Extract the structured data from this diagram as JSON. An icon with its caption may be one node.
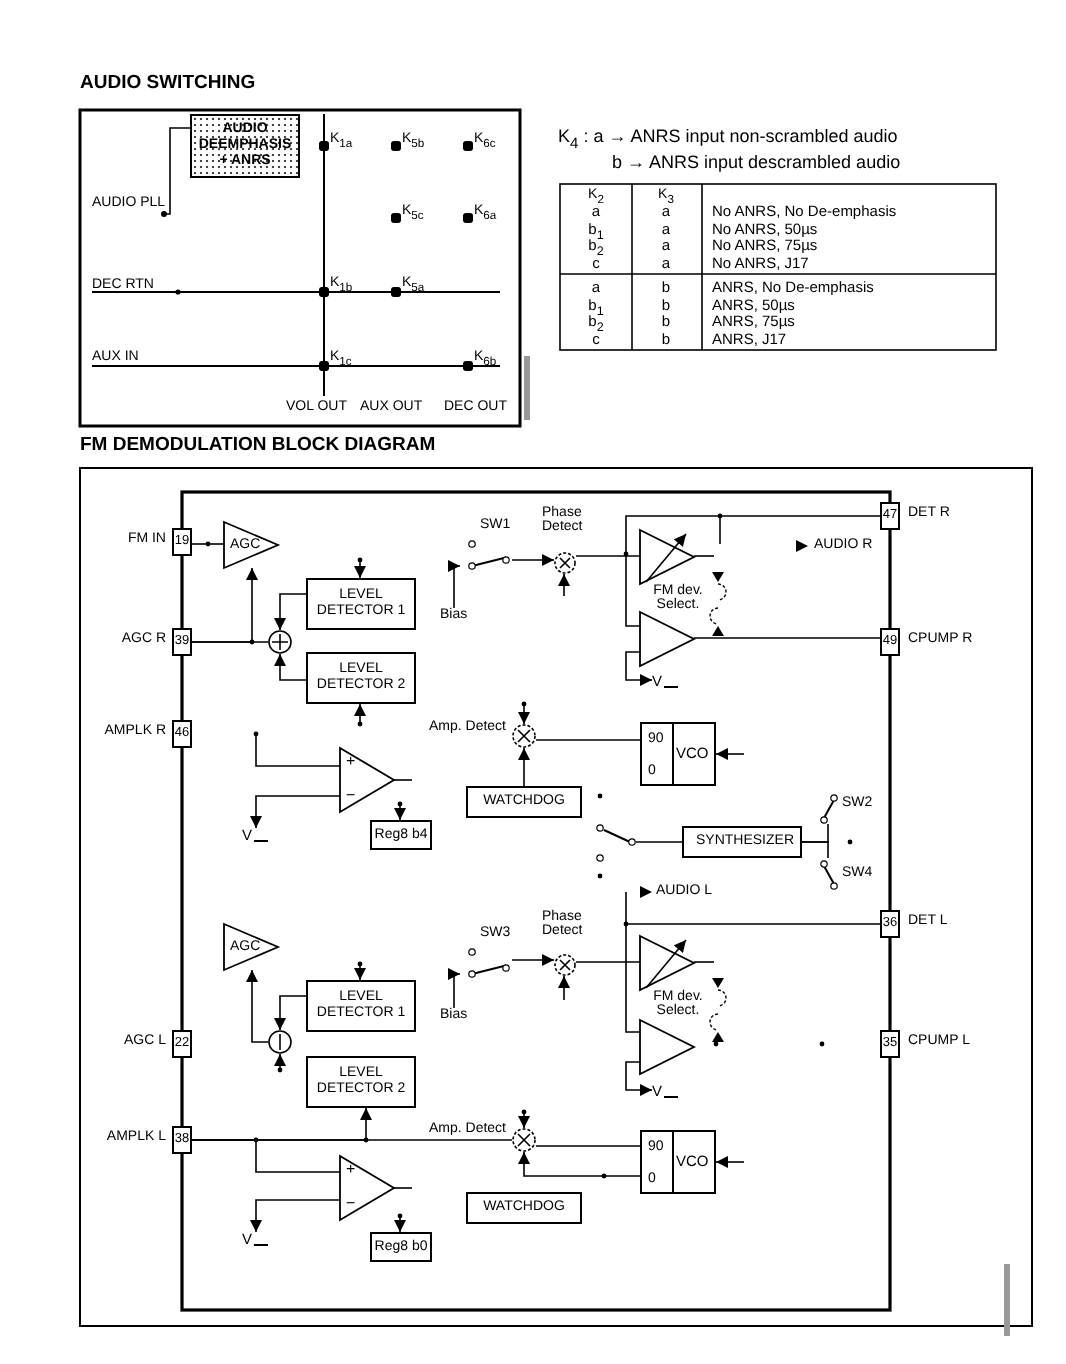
{
  "diagram": {
    "nodes": [
      {
        "text": [
          "AUDIO DEEMPHASIS + ANRS"
        ]
      },
      {
        "text": [
          "AUDIO PLL"
        ]
      },
      {
        "text": [
          "19"
        ],
        "beside": [
          "FM IN"
        ]
      },
      {
        "text": [
          "39"
        ],
        "beside": [
          "AGC R"
        ]
      },
      {
        "text": [
          "46"
        ],
        "beside": [
          "AMPLK R"
        ]
      },
      {
        "text": [
          "AGC"
        ]
      },
      {
        "text": [],
        "shape": "circle"
      },
      {
        "text": [
          "LEVEL DETECTOR 1"
        ]
      },
      {
        "text": [
          "LEVEL DETECTOR 2"
        ]
      },
      {
        "text": [
          "+",
          "−"
        ]
      },
      {
        "text": [
          "Reg8 b4"
        ]
      },
      {
        "text": [],
        "shape": "switch",
        "beside": [
          "SW1"
        ]
      },
      {
        "text": [],
        "shape": "circle",
        "beside": [
          "Phase Detect"
        ]
      },
      {
        "text": [],
        "shape": "triangle"
      },
      {
        "text": [],
        "shape": "triangle"
      },
      {
        "text": [
          "47"
        ],
        "beside": [
          "DET R"
        ]
      },
      {
        "text": [
          "49"
        ],
        "beside": [
          "CPUMP R"
        ]
      },
      {
        "text": [],
        "shape": "circle",
        "beside": [
          "Amp. Detect"
        ]
      },
      {
        "text": [
          "WATCHDOG"
        ]
      },
      {
        "text": [
          "90",
          "0",
          "VCO"
        ]
      },
      {
        "text": [],
        "shape": "switch"
      },
      {
        "text": [
          "SYNTHESIZER"
        ]
      },
      {
        "text": [],
        "shape": "switch",
        "beside": [
          "SW2"
        ]
      },
      {
        "text": [],
        "shape": "switch",
        "beside": [
          "SW4"
        ]
      },
      {
        "text": [
          "22"
        ],
        "beside": [
          "AGC L"
        ]
      },
      {
        "text": [
          "38"
        ],
        "beside": [
          "AMPLK L"
        ]
      },
      {
        "text": [
          "AGC"
        ]
      },
      {
        "text": [],
        "shape": "circle"
      },
      {
        "text": [
          "LEVEL DETECTOR 1"
        ]
      },
      {
        "text": [
          "LEVEL DETECTOR 2"
        ]
      },
      {
        "text": [
          "+",
          "−"
        ]
      },
      {
        "text": [
          "Reg8 b0"
        ]
      },
      {
        "text": [],
        "shape": "switch",
        "beside": [
          "SW3"
        ]
      },
      {
        "text": [],
        "shape": "circle",
        "beside": [
          "Phase Detect"
        ]
      },
      {
        "text": [],
        "shape": "triangle"
      },
      {
        "text": [],
        "shape": "triangle"
      },
      {
        "text": [
          "36"
        ],
        "beside": [
          "DET L"
        ]
      },
      {
        "text": [
          "35"
        ],
        "beside": [
          "CPUMP L"
        ]
      },
      {
        "text": [],
        "shape": "circle",
        "beside": [
          "Amp. Detect"
        ]
      },
      {
        "text": [
          "WATCHDOG"
        ]
      },
      {
        "text": [
          "90",
          "0",
          "VCO"
        ]
      },
      {
        "text": [
          "Bias"
        ]
      },
      {
        "text": [
          "Bias"
        ]
      },
      {
        "text": [
          "V"
        ]
      },
      {
        "text": [
          "V"
        ]
      },
      {
        "text": [
          "V"
        ]
      },
      {
        "text": [
          "V"
        ]
      }
    ],
    "edges": [
      {
        "from": 0,
        "to": 1,
        "arrow": "other"
      },
      {
        "from": 2,
        "to": 5,
        "arrow": "none"
      },
      {
        "from": 3,
        "to": 6,
        "arrow": "none"
      },
      {
        "from": 3,
        "to": 5,
        "arrow": "to"
      },
      {
        "from": 7,
        "to": 6,
        "arrow": "to"
      },
      {
        "from": 8,
        "to": 6,
        "arrow": "to"
      },
      {
        "from": null,
        "to": 7,
        "arrow": "to"
      },
      {
        "from": null,
        "to": 8,
        "arrow": "to"
      },
      {
        "from": null,
        "to": 10,
        "arrow": "to"
      },
      {
        "from": 11,
        "to": 12,
        "arrow": "to"
      },
      {
        "from": 41,
        "to": 11,
        "arrow": "to"
      },
      {
        "from": null,
        "to": 12,
        "arrow": "to"
      },
      {
        "from": 12,
        "to": 13,
        "arrow": "none"
      },
      {
        "from": 15,
        "to": 14,
        "arrow": "none"
      },
      {
        "from": 14,
        "to": 16,
        "arrow": "none"
      },
      {
        "from": null,
        "to": 19,
        "arrow": "to"
      },
      {
        "from": 17,
        "to": 19,
        "arrow": "none"
      },
      {
        "from": null,
        "to": 17,
        "arrow": "to"
      },
      {
        "from": 18,
        "to": 17,
        "arrow": "to"
      },
      {
        "from": 20,
        "to": 21,
        "arrow": "none"
      },
      {
        "from": 21,
        "to": 22,
        "arrow": "none"
      },
      {
        "from": 21,
        "to": 23,
        "arrow": "none"
      },
      {
        "from": 27,
        "to": 26,
        "arrow": "to"
      },
      {
        "from": 28,
        "to": 27,
        "arrow": "to"
      },
      {
        "from": null,
        "to": 27,
        "arrow": "to"
      },
      {
        "from": null,
        "to": 28,
        "arrow": "to"
      },
      {
        "from": 25,
        "to": 29,
        "arrow": "to"
      },
      {
        "from": 25,
        "to": 38,
        "arrow": "none"
      },
      {
        "from": 25,
        "to": 30,
        "arrow": "none"
      },
      {
        "from": null,
        "to": 31,
        "arrow": "to"
      },
      {
        "from": 32,
        "to": 33,
        "arrow": "to"
      },
      {
        "from": 42,
        "to": 32,
        "arrow": "to"
      },
      {
        "from": null,
        "to": 33,
        "arrow": "to"
      },
      {
        "from": 33,
        "to": 34,
        "arrow": "none"
      },
      {
        "from": 36,
        "to": 35,
        "arrow": "none"
      },
      {
        "from": null,
        "to": 38,
        "arrow": "to"
      },
      {
        "from": 40,
        "to": 38,
        "arrow": "to"
      },
      {
        "from": 38,
        "to": 40,
        "arrow": "none"
      },
      {
        "from": null,
        "to": 40,
        "arrow": "to"
      },
      {
        "from": 9,
        "to": 43,
        "arrow": "to"
      },
      {
        "from": 14,
        "to": 44,
        "arrow": "to"
      },
      {
        "from": 30,
        "to": 45,
        "arrow": "to"
      },
      {
        "from": 35,
        "to": 46,
        "arrow": "to"
      }
    ],
    "labels": [
      "AUDIO SWITCHING",
      "K$_{1a}$",
      "K$_{5b}$",
      "K$_{6c}$",
      "K$_{5c}$",
      "K$_{6a}$",
      "DEC RTN",
      "K$_{1b}$",
      "K$_{5a}$",
      "AUX IN",
      "K$_{1c}$",
      "K$_{6b}$",
      "VOL OUT",
      "AUX OUT",
      "DEC OUT",
      "K$_{4}$ : a → ANRS input non-scrambled audio",
      "b → ANRS input descrambled audio",
      "K$_{2}$",
      "K$_{3}$",
      "a",
      "a",
      "No ANRS, No De-emphasis",
      "b$_{1}$",
      "a",
      "No ANRS, 50µs",
      "b$_{2}$",
      "a",
      "No ANRS, 75µs",
      "c",
      "a",
      "No ANRS, J17",
      "a",
      "b",
      "ANRS, No De-emphasis",
      "b$_{1}$",
      "b",
      "ANRS, 50µs",
      "b$_{2}$",
      "b",
      "ANRS, 75µs",
      "c",
      "b",
      "ANRS, J17",
      "FM DEMODULATION BLOCK DIAGRAM",
      "AUDIO R",
      "FM dev. Select.",
      "AUDIO L",
      "FM dev. Select."
    ]
  }
}
